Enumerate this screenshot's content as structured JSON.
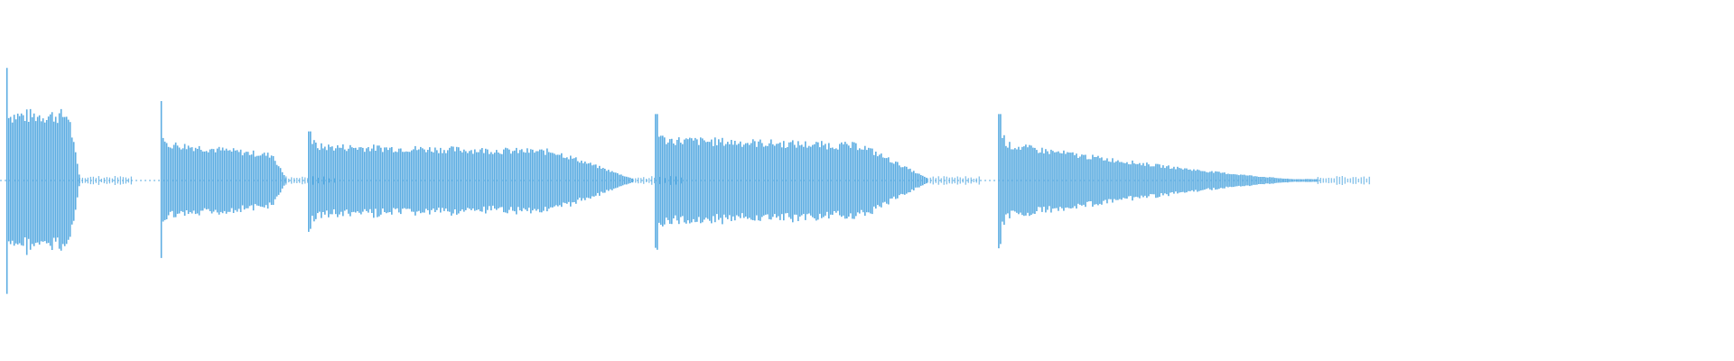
{
  "waveform": {
    "color": "#5dade2",
    "background": "#ffffff",
    "segments": [
      {
        "name": "clip-1",
        "start": 0.004,
        "end": 0.046,
        "peak": 0.78,
        "body": 0.48,
        "decay": "hold"
      },
      {
        "name": "clip-2",
        "start": 0.093,
        "end": 0.165,
        "peak": 0.55,
        "body": 0.27,
        "decay": "slow"
      },
      {
        "name": "clip-3",
        "start": 0.178,
        "end": 0.365,
        "peak": 0.34,
        "body": 0.25,
        "decay": "linear"
      },
      {
        "name": "clip-4",
        "start": 0.378,
        "end": 0.535,
        "peak": 0.46,
        "body": 0.3,
        "decay": "linear"
      },
      {
        "name": "clip-5",
        "start": 0.576,
        "end": 0.76,
        "peak": 0.46,
        "body": 0.26,
        "decay": "exp"
      }
    ]
  }
}
